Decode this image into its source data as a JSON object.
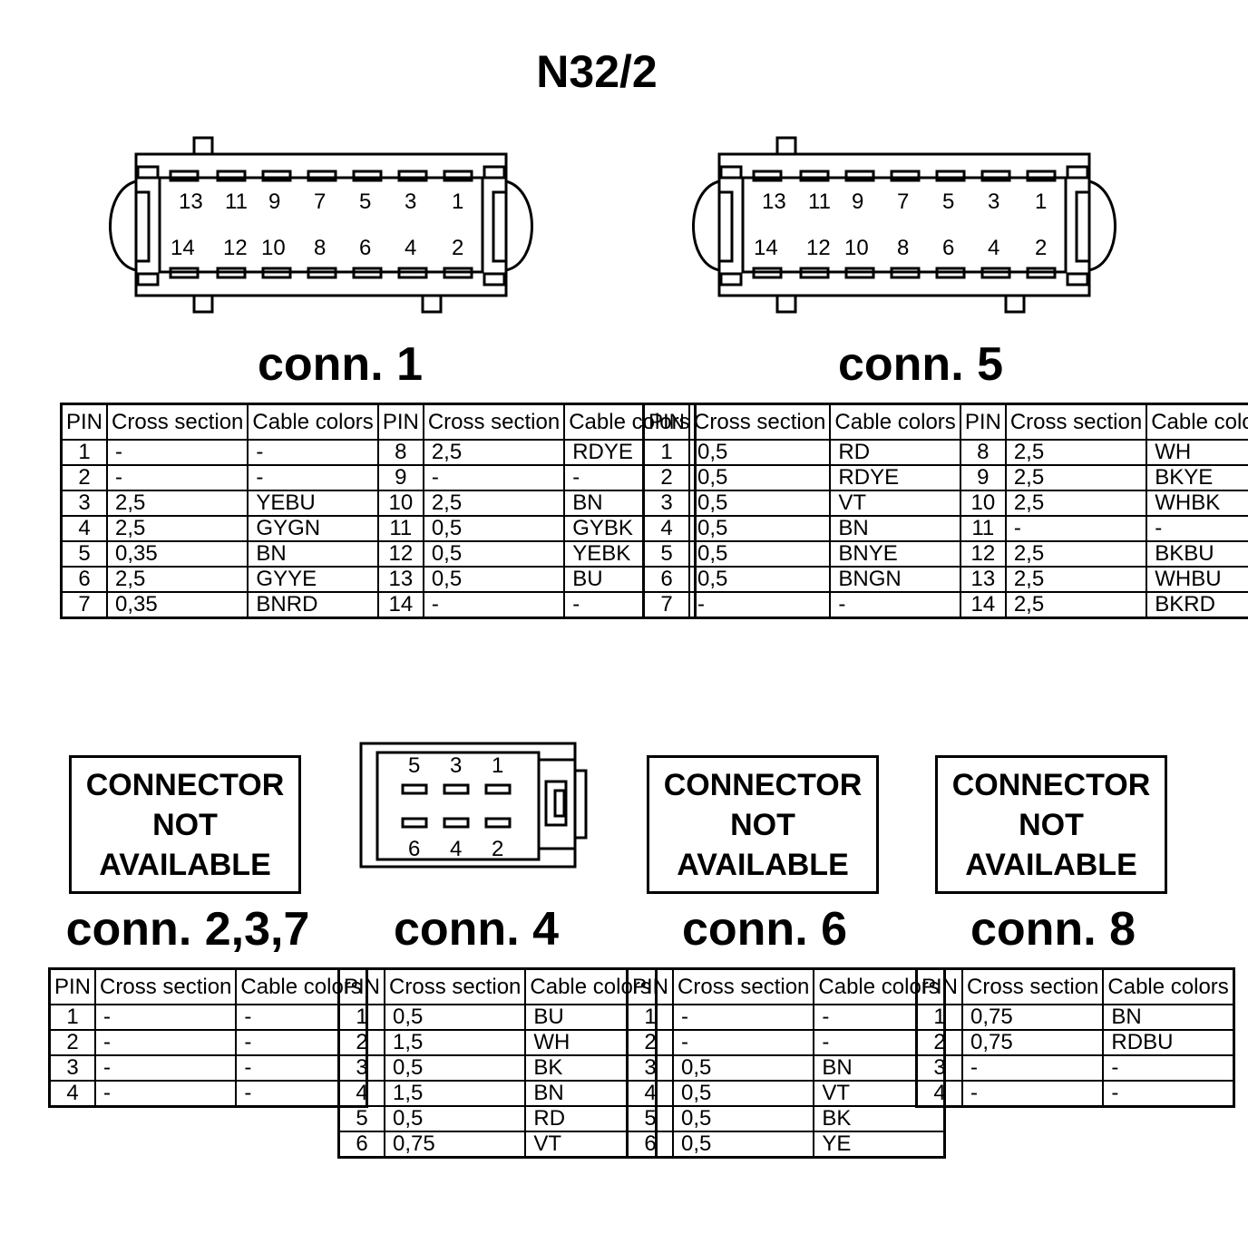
{
  "title": "N32/2",
  "conn1": {
    "label": "conn. 1",
    "pins_top": [
      "13",
      "11",
      "9",
      "7",
      "5",
      "3",
      "1"
    ],
    "pins_bottom": [
      "14",
      "12",
      "10",
      "8",
      "6",
      "4",
      "2"
    ],
    "headers": [
      "PIN",
      "Cross section",
      "Cable colors",
      "PIN",
      "Cross section",
      "Cable colors"
    ],
    "rows": [
      [
        "1",
        "-",
        "-",
        "8",
        "2,5",
        "RDYE"
      ],
      [
        "2",
        "-",
        "-",
        "9",
        "-",
        "-"
      ],
      [
        "3",
        "2,5",
        "YEBU",
        "10",
        "2,5",
        "BN"
      ],
      [
        "4",
        "2,5",
        "GYGN",
        "11",
        "0,5",
        "GYBK"
      ],
      [
        "5",
        "0,35",
        "BN",
        "12",
        "0,5",
        "YEBK"
      ],
      [
        "6",
        "2,5",
        "GYYE",
        "13",
        "0,5",
        "BU"
      ],
      [
        "7",
        "0,35",
        "BNRD",
        "14",
        "-",
        "-"
      ]
    ]
  },
  "conn5": {
    "label": "conn. 5",
    "pins_top": [
      "13",
      "11",
      "9",
      "7",
      "5",
      "3",
      "1"
    ],
    "pins_bottom": [
      "14",
      "12",
      "10",
      "8",
      "6",
      "4",
      "2"
    ],
    "headers": [
      "PIN",
      "Cross section",
      "Cable colors",
      "PIN",
      "Cross section",
      "Cable colors"
    ],
    "rows": [
      [
        "1",
        "0,5",
        "RD",
        "8",
        "2,5",
        "WH"
      ],
      [
        "2",
        "0,5",
        "RDYE",
        "9",
        "2,5",
        "BKYE"
      ],
      [
        "3",
        "0,5",
        "VT",
        "10",
        "2,5",
        "WHBK"
      ],
      [
        "4",
        "0,5",
        "BN",
        "11",
        "-",
        "-"
      ],
      [
        "5",
        "0,5",
        "BNYE",
        "12",
        "2,5",
        "BKBU"
      ],
      [
        "6",
        "0,5",
        "BNGN",
        "13",
        "2,5",
        "WHBU"
      ],
      [
        "7",
        "-",
        "-",
        "14",
        "2,5",
        "BKRD"
      ]
    ]
  },
  "conn237": {
    "label": "conn. 2,3,7",
    "notice": [
      "CONNECTOR",
      "NOT",
      "AVAILABLE"
    ],
    "headers": [
      "PIN",
      "Cross section",
      "Cable colors"
    ],
    "rows": [
      [
        "1",
        "-",
        "-"
      ],
      [
        "2",
        "-",
        "-"
      ],
      [
        "3",
        "-",
        "-"
      ],
      [
        "4",
        "-",
        "-"
      ]
    ]
  },
  "conn4": {
    "label": "conn. 4",
    "pins_top": [
      "5",
      "3",
      "1"
    ],
    "pins_bottom": [
      "6",
      "4",
      "2"
    ],
    "headers": [
      "PIN",
      "Cross section",
      "Cable colors"
    ],
    "rows": [
      [
        "1",
        "0,5",
        "BU"
      ],
      [
        "2",
        "1,5",
        "WH"
      ],
      [
        "3",
        "0,5",
        "BK"
      ],
      [
        "4",
        "1,5",
        "BN"
      ],
      [
        "5",
        "0,5",
        "RD"
      ],
      [
        "6",
        "0,75",
        "VT"
      ]
    ]
  },
  "conn6": {
    "label": "conn. 6",
    "notice": [
      "CONNECTOR",
      "NOT",
      "AVAILABLE"
    ],
    "headers": [
      "PIN",
      "Cross section",
      "Cable colors"
    ],
    "rows": [
      [
        "1",
        "-",
        "-"
      ],
      [
        "2",
        "-",
        "-"
      ],
      [
        "3",
        "0,5",
        "BN"
      ],
      [
        "4",
        "0,5",
        "VT"
      ],
      [
        "5",
        "0,5",
        "BK"
      ],
      [
        "6",
        "0,5",
        "YE"
      ]
    ]
  },
  "conn8": {
    "label": "conn. 8",
    "notice": [
      "CONNECTOR",
      "NOT",
      "AVAILABLE"
    ],
    "headers": [
      "PIN",
      "Cross section",
      "Cable colors"
    ],
    "rows": [
      [
        "1",
        "0,75",
        "BN"
      ],
      [
        "2",
        "0,75",
        "RDBU"
      ],
      [
        "3",
        "-",
        "-"
      ],
      [
        "4",
        "-",
        "-"
      ]
    ]
  }
}
